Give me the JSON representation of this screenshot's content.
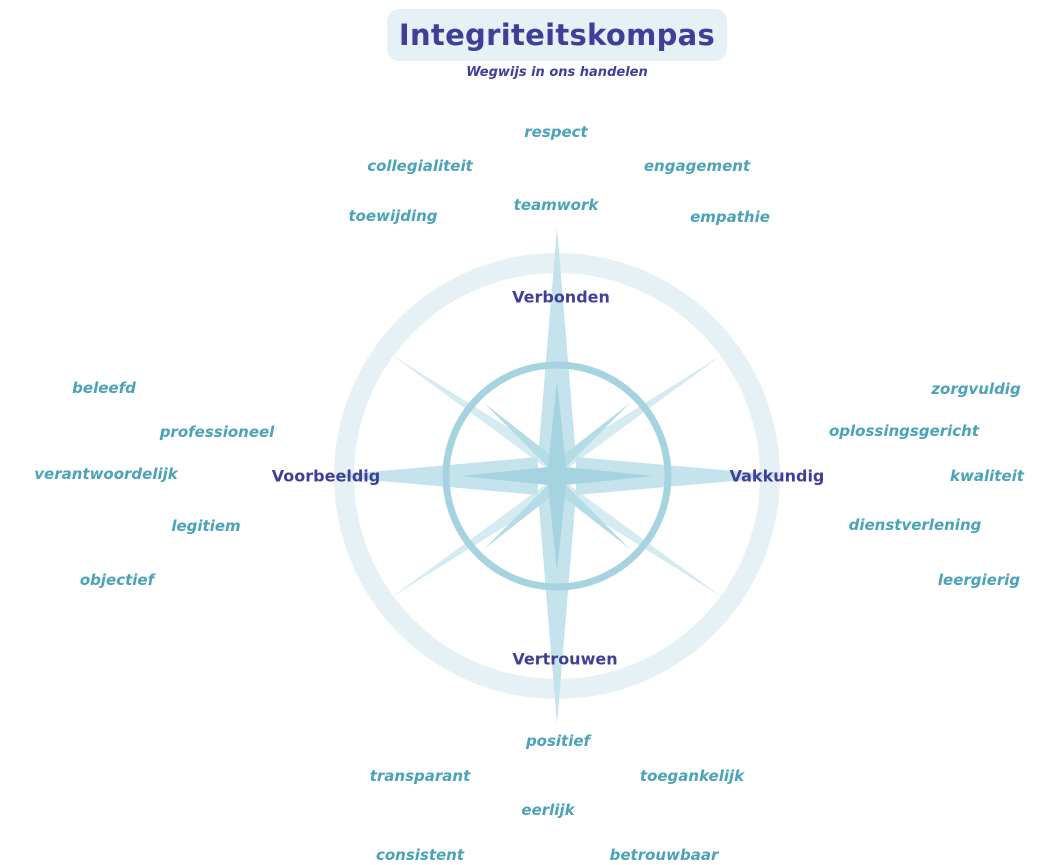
{
  "title": "Integriteitskompas",
  "subtitle": "Wegwijs in ons handelen",
  "directions": {
    "north": "Verbonden",
    "east": "Vakkundig",
    "south": "Vertrouwen",
    "west": "Voorbeeldig"
  },
  "north_words": [
    "respect",
    "collegialiteit",
    "engagement",
    "teamwork",
    "toewijding",
    "empathie"
  ],
  "west_words": [
    "beleefd",
    "professioneel",
    "verantwoordelijk",
    "legitiem",
    "objectief"
  ],
  "east_words": [
    "zorgvuldig",
    "oplossingsgericht",
    "kwaliteit",
    "dienstverlening",
    "leergierig"
  ],
  "south_words": [
    "positief",
    "transparant",
    "toegankelijk",
    "eerlijk",
    "consistent",
    "betrouwbaar"
  ],
  "colors": {
    "heading": "#3f3f9a",
    "words": "#4aa3b8",
    "compass_light": "#e6f1f6",
    "compass_mid": "#b9dde8",
    "compass_dark": "#a6d3e0"
  }
}
